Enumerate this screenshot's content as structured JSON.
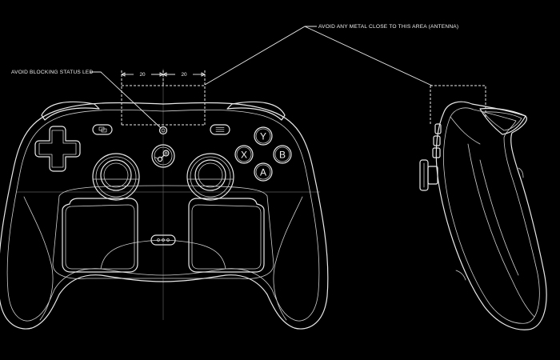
{
  "annotations": {
    "antenna_note": "AVOID ANY METAL CLOSE TO THIS AREA (ANTENNA)",
    "led_note": "AVOID BLOCKING STATUS LED"
  },
  "dimensions": {
    "left_dim": "20",
    "right_dim": "20"
  },
  "face_buttons": {
    "top": "Y",
    "left": "X",
    "right": "B",
    "bottom": "A"
  },
  "colors": {
    "background": "#000000",
    "line": "#e8e8e8",
    "guide": "#5a5a5a"
  },
  "icons": [
    "steam-logo-icon",
    "view-icon",
    "menu-icon",
    "dpad-icon",
    "led-indicator-icon"
  ]
}
